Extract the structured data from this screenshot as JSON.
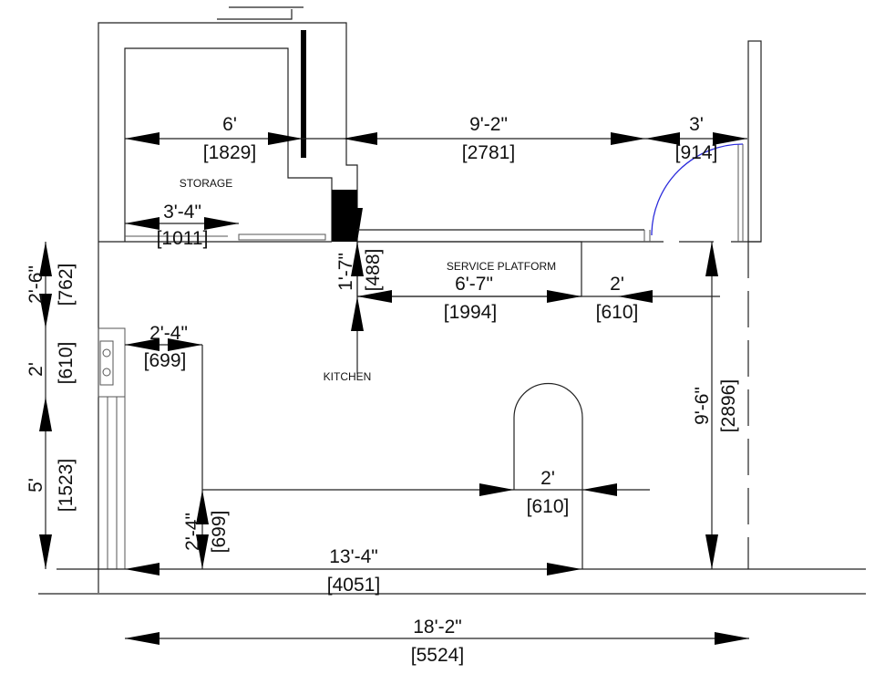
{
  "labels": {
    "storage": "STORAGE",
    "service_platform": "SERVICE PLATFORM",
    "kitchen": "KITCHEN"
  },
  "dimensions": {
    "storage_width": {
      "imperial": "6'",
      "metric": "[1829]"
    },
    "mid_width": {
      "imperial": "9'-2\"",
      "metric": "[2781]"
    },
    "door_width": {
      "imperial": "3'",
      "metric": "[914]"
    },
    "storage_opening": {
      "imperial": "3'-4\"",
      "metric": "[1011]"
    },
    "platform_depth": {
      "imperial": "1'-7\"",
      "metric": "[488]"
    },
    "platform_length": {
      "imperial": "6'-7\"",
      "metric": "[1994]"
    },
    "platform_gap": {
      "imperial": "2'",
      "metric": "[610]"
    },
    "left_top": {
      "imperial": "2'-6\"",
      "metric": "[762]"
    },
    "left_mid": {
      "imperial": "2'",
      "metric": "[610]"
    },
    "left_bottom": {
      "imperial": "5'",
      "metric": "[1523]"
    },
    "counter_depth": {
      "imperial": "2'-4\"",
      "metric": "[699]"
    },
    "counter_depth_vertical": {
      "imperial": "2'-4\"",
      "metric": "[699]"
    },
    "arch_width": {
      "imperial": "2'",
      "metric": "[610]"
    },
    "right_height": {
      "imperial": "9'-6\"",
      "metric": "[2896]"
    },
    "bottom_inner": {
      "imperial": "13'-4\"",
      "metric": "[4051]"
    },
    "overall": {
      "imperial": "18'-2\"",
      "metric": "[5524]"
    }
  },
  "colors": {
    "lines": "#222222",
    "door_swing": "#2a2adb"
  }
}
